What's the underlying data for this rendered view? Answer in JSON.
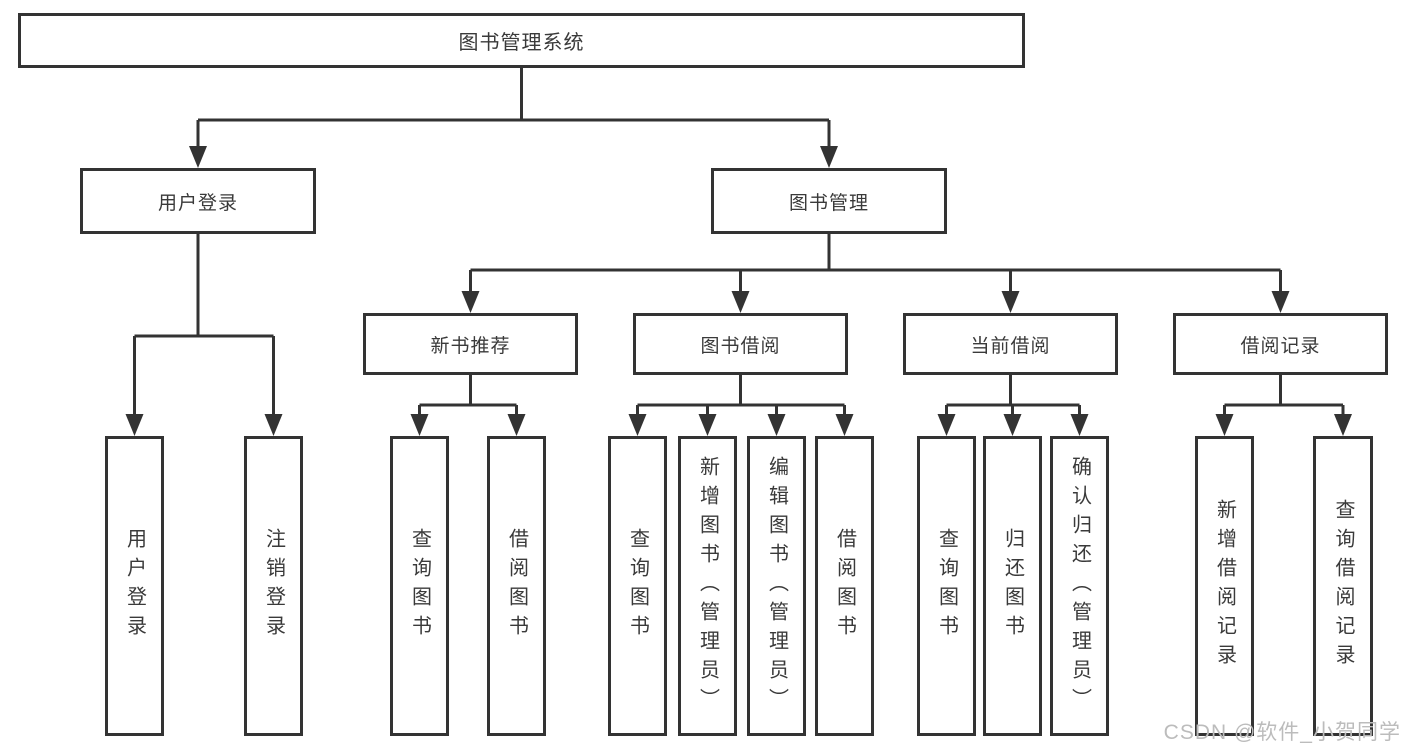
{
  "tree": {
    "label": "图书管理系统",
    "children": [
      {
        "label": "用户登录",
        "children": [
          {
            "label": "用户登录"
          },
          {
            "label": "注销登录"
          }
        ]
      },
      {
        "label": "图书管理",
        "children": [
          {
            "label": "新书推荐",
            "children": [
              {
                "label": "查询图书"
              },
              {
                "label": "借阅图书"
              }
            ]
          },
          {
            "label": "图书借阅",
            "children": [
              {
                "label": "查询图书"
              },
              {
                "label": "新增图书（管理员）"
              },
              {
                "label": "编辑图书（管理员）"
              },
              {
                "label": "借阅图书"
              }
            ]
          },
          {
            "label": "当前借阅",
            "children": [
              {
                "label": "查询图书"
              },
              {
                "label": "归还图书"
              },
              {
                "label": "确认归还（管理员）"
              }
            ]
          },
          {
            "label": "借阅记录",
            "children": [
              {
                "label": "新增借阅记录"
              },
              {
                "label": "查询借阅记录"
              }
            ]
          }
        ]
      }
    ]
  },
  "watermark": {
    "text": "CSDN @软件_小贺同学"
  },
  "colors": {
    "line": "#333333",
    "text": "#3a3a3a",
    "background": "#ffffff",
    "watermark": "#bcbcbc"
  }
}
